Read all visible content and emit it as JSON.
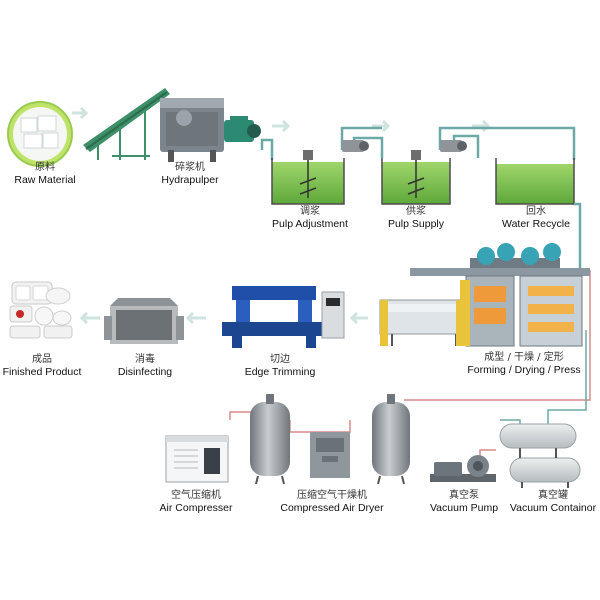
{
  "process": {
    "raw_material": {
      "cn": "原料",
      "en": "Raw Material"
    },
    "hydrapulper": {
      "cn": "碎浆机",
      "en": "Hydrapulper"
    },
    "pulp_adjustment": {
      "cn": "调浆",
      "en": "Pulp Adjustment"
    },
    "pulp_supply": {
      "cn": "供浆",
      "en": "Pulp Supply"
    },
    "water_recycle": {
      "cn": "回水",
      "en": "Water Recycle"
    },
    "forming": {
      "cn": "成型 / 干燥 / 定形",
      "en": "Forming / Drying / Press"
    },
    "edge_trimming": {
      "cn": "切边",
      "en": "Edge Trimming"
    },
    "disinfecting": {
      "cn": "消毒",
      "en": "Disinfecting"
    },
    "finished_product": {
      "cn": "成品",
      "en": "Finished Product"
    },
    "air_compressor": {
      "cn": "空气压缩机",
      "en": "Air Compresser"
    },
    "air_dryer": {
      "cn": "压缩空气干燥机",
      "en": "Compressed Air Dryer"
    },
    "vacuum_pump": {
      "cn": "真空泵",
      "en": "Vacuum Pump"
    },
    "vacuum_container": {
      "cn": "真空罐",
      "en": "Vacuum Containor"
    }
  },
  "colors": {
    "pulp_green": "#7cc24e",
    "pipe_red": "#d23a3a",
    "pipe_teal": "#5aa7a3",
    "steel": "#8a8f94",
    "machine_blue": "#1f4fa8",
    "arrow": "#cfe3df"
  }
}
